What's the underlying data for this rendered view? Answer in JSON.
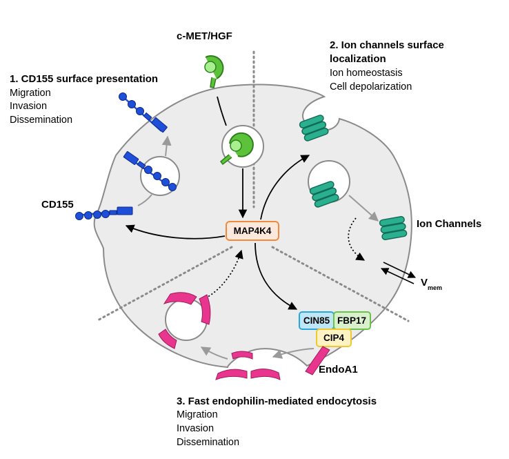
{
  "labels": {
    "cmet": "c-MET/HGF",
    "cd155": "CD155",
    "ion_channels": "Ion Channels",
    "vmem_main": "V",
    "vmem_sub": "mem",
    "endoa1": "EndoA1"
  },
  "nodes": {
    "map4k4": "MAP4K4",
    "cin85": "CIN85",
    "fbp17": "FBP17",
    "cip4": "CIP4"
  },
  "sections": {
    "s1": {
      "title": "1. CD155 surface presentation",
      "items": [
        "Migration",
        "Invasion",
        "Dissemination"
      ]
    },
    "s2": {
      "title_line1": "2. Ion channels surface",
      "title_line2": "localization",
      "items": [
        "Ion homeostasis",
        "Cell depolarization"
      ]
    },
    "s3": {
      "title": "3. Fast endophilin-mediated endocytosis",
      "items": [
        "Migration",
        "Invasion",
        "Dissemination"
      ]
    }
  },
  "colors": {
    "cell_fill": "#ececec",
    "cell_stroke": "#8a8a8a",
    "cd155_blue": "#1f4fd8",
    "cmet_green": "#5cc23a",
    "channel_teal": "#2bb08f",
    "endophilin_pink": "#e8368f",
    "map4k4_fill": "#fde9dc",
    "map4k4_stroke": "#f08a3e",
    "cin85_fill": "#bfe6f7",
    "cin85_stroke": "#29a6dc",
    "fbp17_fill": "#d8f0cc",
    "fbp17_stroke": "#6ac24a",
    "cip4_fill": "#fff3c4",
    "cip4_stroke": "#f2c832"
  }
}
